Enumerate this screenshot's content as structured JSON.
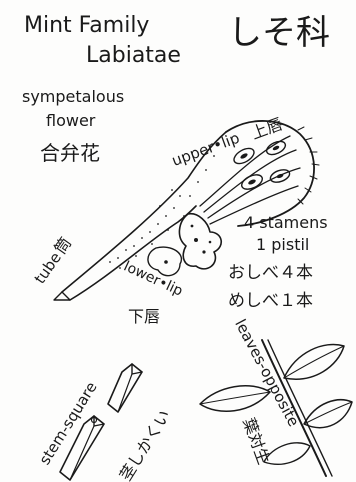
{
  "title": {
    "line1": "Mint Family",
    "line2": "Labiatae",
    "japanese": "しそ科"
  },
  "flower_type": {
    "line1": "sympetalous",
    "line2": "flower",
    "japanese": "合弁花"
  },
  "upper_lip": {
    "label": "upper•lip",
    "japanese": "上唇"
  },
  "tube": {
    "label": "tube",
    "japanese": "筒"
  },
  "lower_lip": {
    "label": "lower•lip",
    "japanese": "下唇"
  },
  "reproductive": {
    "stamens": "4 stamens",
    "pistil": "1 pistil",
    "stamens_jp": "おしべ４本",
    "pistil_jp": "めしべ１本"
  },
  "stem": {
    "label": "stem-square",
    "japanese": "茎しかくい"
  },
  "leaves": {
    "label": "leaves-opposite",
    "japanese": "葉対生"
  },
  "colors": {
    "ink": "#1a1a1a",
    "paper": "#fdfdfc"
  }
}
